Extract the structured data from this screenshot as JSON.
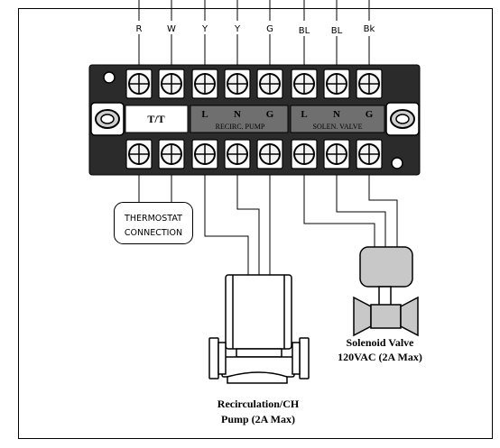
{
  "wire_labels": [
    "R",
    "W",
    "Y",
    "Y",
    "G",
    "BL",
    "BL",
    "Bk"
  ],
  "terminal_block": {
    "thermostat_label": "T/T",
    "pump_terminals": [
      "L",
      "N",
      "G"
    ],
    "pump_group_label": "RECIRC. PUMP",
    "valve_terminals": [
      "L",
      "N",
      "G"
    ],
    "valve_group_label": "SOLEN. VALVE"
  },
  "thermostat_box": {
    "line1": "THERMOSTAT",
    "line2": "CONNECTION"
  },
  "solenoid_caption": {
    "line1": "Solenoid Valve",
    "line2": "120VAC (2A Max)"
  },
  "pump_caption": {
    "line1": "Recirculation/CH",
    "line2": "Pump (2A Max)"
  },
  "colors": {
    "block_body": "#2b2b2b",
    "group_panel": "#6f6f6f",
    "screw_face": "#f2f2f2",
    "solenoid_head": "#c8c8c8",
    "line": "#000000"
  }
}
